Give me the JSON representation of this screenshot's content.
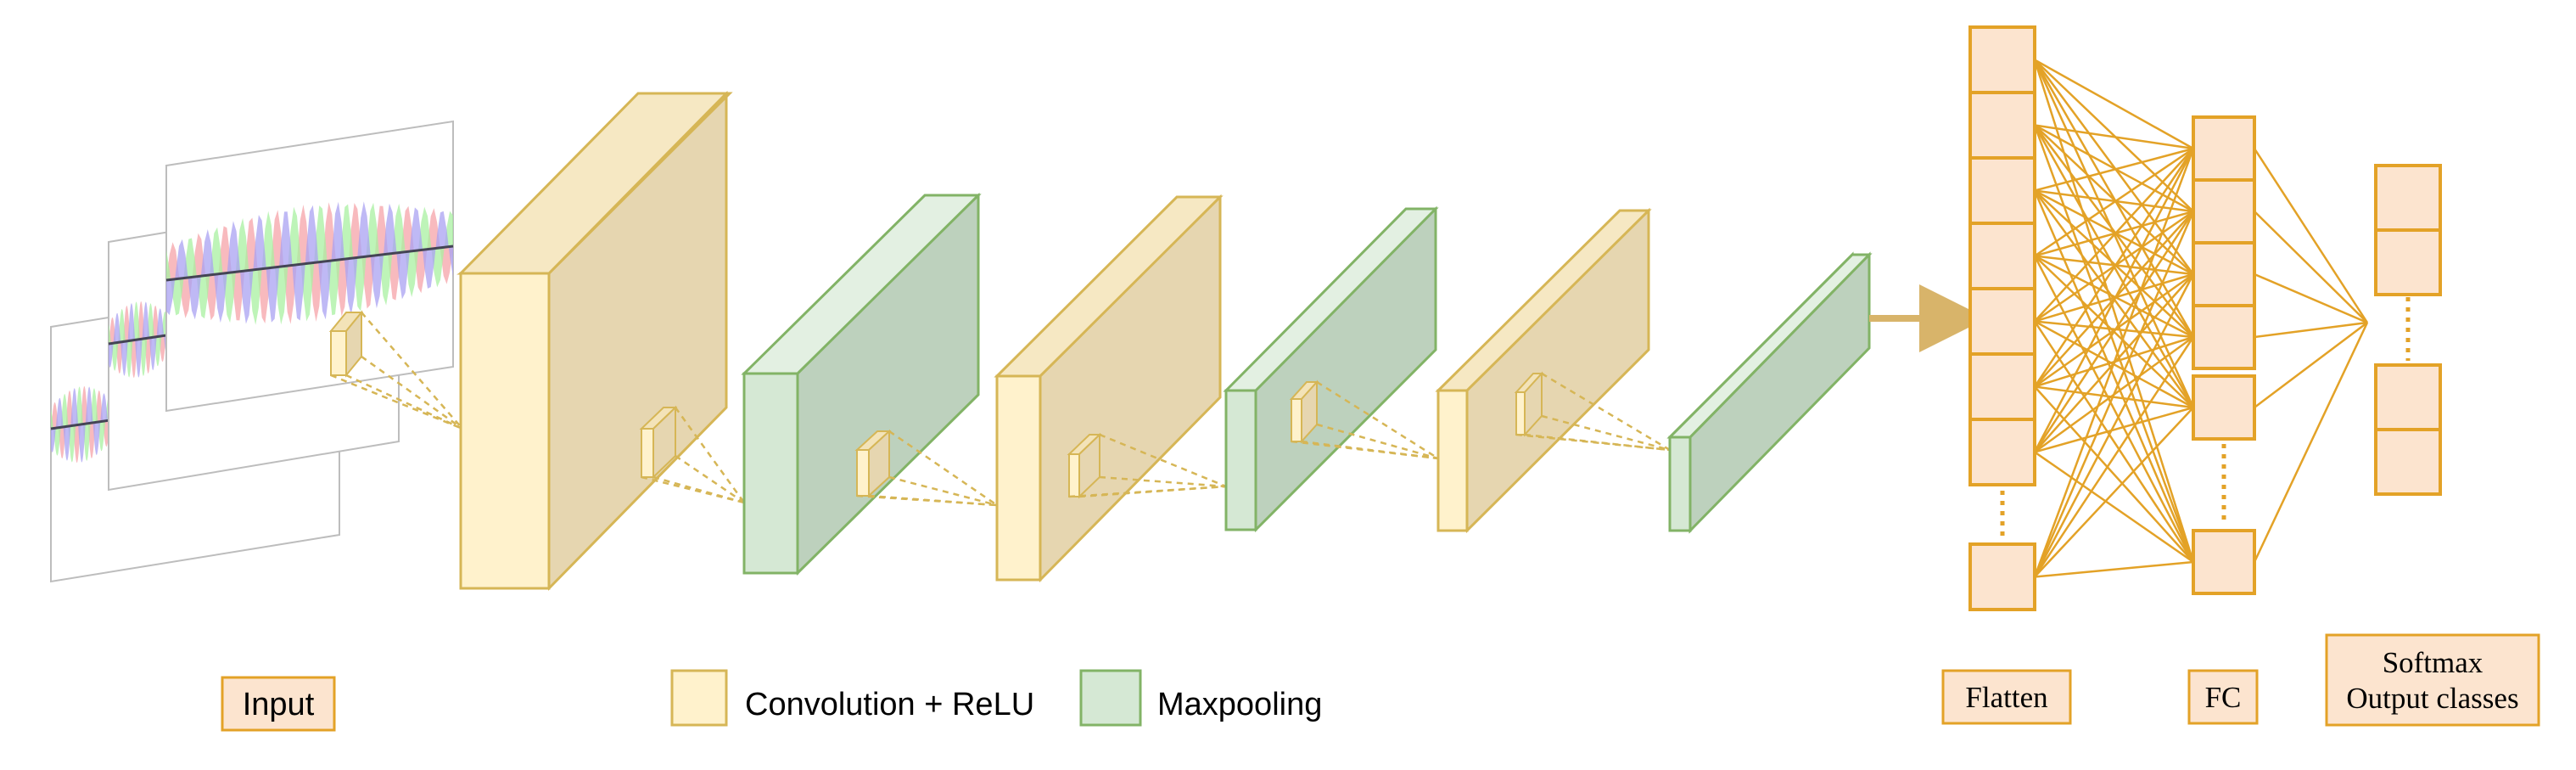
{
  "colors": {
    "conv_face": "#FFF2CC",
    "conv_side": "#E6D6B0",
    "conv_stroke": "#D6B656",
    "pool_face": "#D5E8D4",
    "pool_side": "#BDD1BD",
    "pool_stroke": "#82B366",
    "node_fill": "#FCE4CF",
    "node_stroke": "#E3A227",
    "signal_red": "#F5A3A8",
    "signal_green": "#A8F0A0",
    "signal_blue": "#A9A2F2"
  },
  "legend": {
    "input": "Input",
    "conv": "Convolution + ReLU",
    "pool": "Maxpooling",
    "flatten": "Flatten",
    "fc": "FC",
    "softmax_line1": "Softmax",
    "softmax_line2": "Output classes"
  },
  "layers": [
    {
      "kind": "input-signal"
    },
    {
      "kind": "conv"
    },
    {
      "kind": "pool"
    },
    {
      "kind": "conv"
    },
    {
      "kind": "pool"
    },
    {
      "kind": "conv"
    },
    {
      "kind": "pool"
    },
    {
      "kind": "flatten",
      "visible_nodes": 8
    },
    {
      "kind": "fc",
      "visible_nodes": 6
    },
    {
      "kind": "softmax",
      "visible_nodes": 4
    }
  ]
}
